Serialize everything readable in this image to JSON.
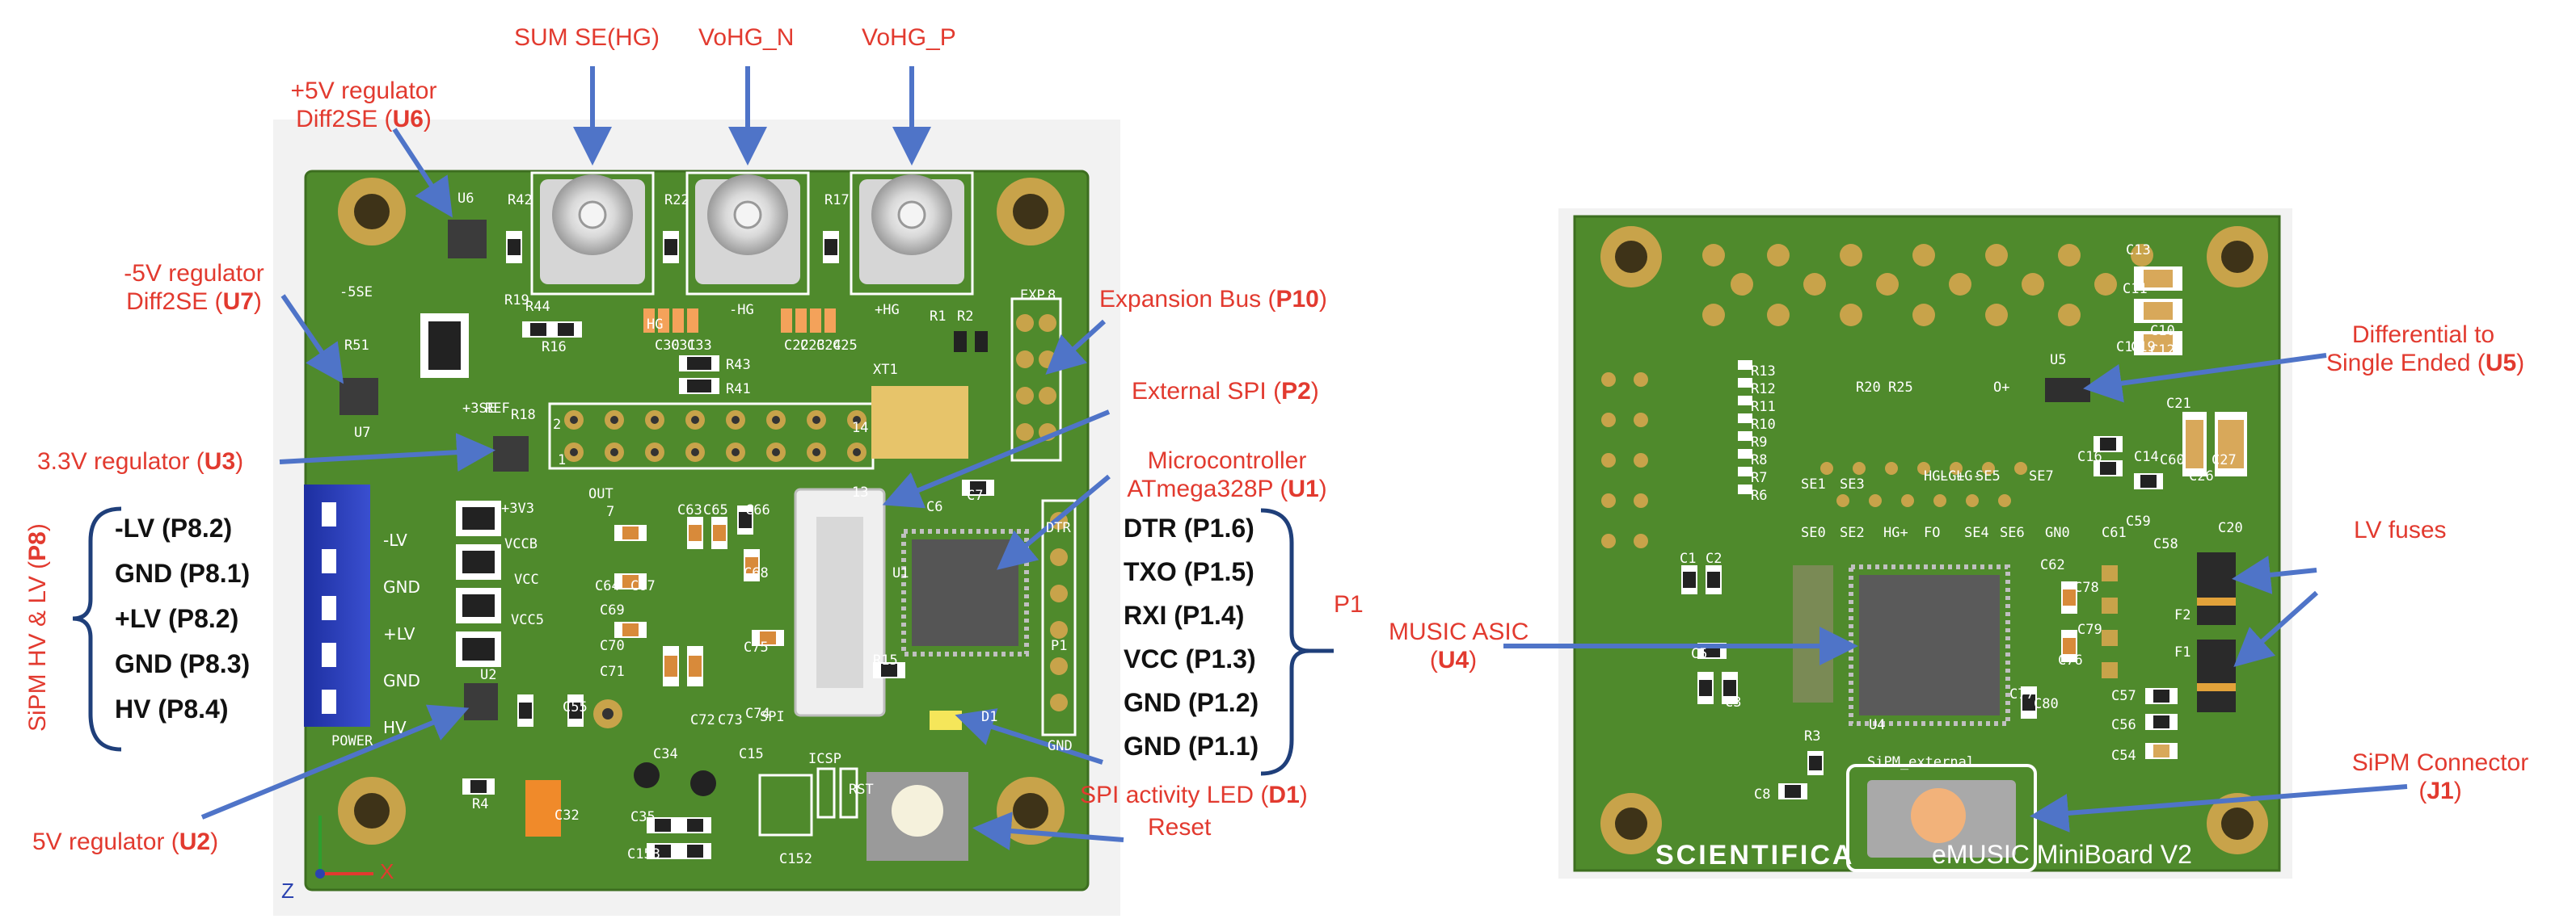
{
  "callouts": {
    "sum_se": "SUM SE(HG)",
    "vohg_n": "VoHG_N",
    "vohg_p": "VoHG_P",
    "u6_line1": "+5V regulator",
    "u6_line2": "Diff2SE (",
    "u6_ref": "U6",
    "u7_line1": "-5V regulator",
    "u7_line2": "Diff2SE (",
    "u7_ref": "U7",
    "u3_text": "3.3V regulator (",
    "u3_ref": "U3",
    "p8_text": "SiPM HV & LV (",
    "p8_ref": "P8",
    "u2_text": "5V regulator (",
    "u2_ref": "U2",
    "p10_text": "Expansion Bus (",
    "p10_ref": "P10",
    "p2_text": "External SPI (",
    "p2_ref": "P2",
    "u1_line1": "Microcontroller",
    "u1_line2": "ATmega328P (",
    "u1_ref": "U1",
    "p1": "P1",
    "d1_text": "SPI activity LED (",
    "d1_ref": "D1",
    "reset": "Reset",
    "u5_line1": "Differential to",
    "u5_line2": "Single Ended (",
    "u5_ref": "U5",
    "lv_fuses": "LV fuses",
    "u4_line1": "MUSIC ASIC",
    "u4_line2": "(",
    "u4_ref": "U4",
    "j1_line1": "SiPM Connector",
    "j1_line2": "(",
    "j1_ref": "J1",
    "close": ")"
  },
  "p8_pins": [
    "-LV  (P8.2)",
    "GND  (P8.1)",
    "+LV  (P8.2)",
    "GND  (P8.3)",
    "HV    (P8.4)"
  ],
  "p1_pins": [
    "DTR  (P1.6)",
    "TXO  (P1.5)",
    "RXI  (P1.4)",
    "VCC  (P1.3)",
    "GND  (P1.2)",
    "GND  (P1.1)"
  ],
  "board_left": {
    "silk_refs": [
      "U6",
      "R42",
      "R22",
      "R17",
      "-5SE",
      "R19",
      "R44",
      "-HG",
      "+HG",
      "R1",
      "R2",
      "R51",
      "R16",
      "R43",
      "R41",
      "XT1",
      "R18",
      "+3SE",
      "REF",
      "U7",
      "2",
      "1",
      "OUT",
      "13",
      "14",
      "EXP",
      "8",
      "7",
      "C63",
      "C65",
      "C66",
      "C6",
      "C7",
      "DTR",
      "+3V3",
      "VCCB",
      "VCC",
      "VCC5",
      "C64",
      "C67",
      "C69",
      "C68",
      "C70",
      "C71",
      "C75",
      "C55",
      "U2",
      "C72",
      "C73",
      "C74",
      "R15",
      "SPI",
      "U1",
      "P1",
      "GND",
      "C34",
      "C15",
      "ICSP",
      "R4",
      "C32",
      "C35",
      "C153",
      "C152",
      "RST",
      "D1",
      "HG",
      "C30",
      "C31",
      "C33",
      "C22",
      "C23",
      "C24",
      "C25",
      "POWER"
    ],
    "connector_labels": [
      "-LV",
      "GND",
      "+LV",
      "GND",
      "HV"
    ],
    "axis_z": "Z",
    "axis_x": "X"
  },
  "board_right": {
    "silk_refs": [
      "C13",
      "C11",
      "C10",
      "C12",
      "C18",
      "C19",
      "U5",
      "R13",
      "R12",
      "R11",
      "R10",
      "R9",
      "R8",
      "R7",
      "R6",
      "R20",
      "R25",
      "SE1",
      "SE3",
      "HG-",
      "LG+",
      "LG-",
      "SE5",
      "O+",
      "SE7",
      "C16",
      "C21",
      "C14",
      "C60",
      "C26",
      "C27",
      "C59",
      "C58",
      "C20",
      "SE0",
      "SE2",
      "HG+",
      "FO",
      "SE4",
      "SE6",
      "GN0",
      "C61",
      "C1",
      "C2",
      "C62",
      "C78",
      "F2",
      "F1",
      "C76",
      "C79",
      "C3",
      "C5",
      "C77",
      "C80",
      "U4",
      "C57",
      "C56",
      "C54",
      "R3",
      "C8",
      "SiPM_external"
    ],
    "brand": "SCIENTIFICA",
    "board_name": "eMUSIC MiniBoard V2"
  },
  "colors": {
    "callout_red": "#e23a2f",
    "arrow_blue": "#4f74c8",
    "pcb_green": "#4f8a2c",
    "pad_gold": "#c8a34a"
  }
}
